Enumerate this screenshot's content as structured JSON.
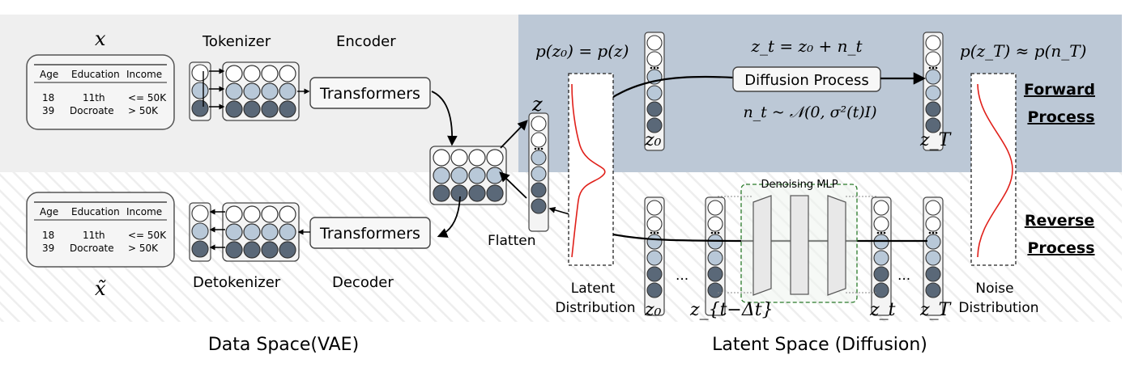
{
  "vae": {
    "input_var": "x",
    "output_var": "x̃",
    "tokenizer": "Tokenizer",
    "encoder": "Encoder",
    "detokenizer": "Detokenizer",
    "decoder": "Decoder",
    "transformers_enc": "Transformers",
    "transformers_dec": "Transformers",
    "section_label": "Data Space(VAE)",
    "table_in": {
      "headers": [
        "Age",
        "Education",
        "Income"
      ],
      "rows": [
        [
          "18",
          "11th",
          "<= 50K"
        ],
        [
          "39",
          "Docroate",
          "> 50K"
        ]
      ]
    },
    "table_out": {
      "headers": [
        "Age",
        "Education",
        "Income"
      ],
      "rows": [
        [
          "18",
          "11th",
          "<= 50K"
        ],
        [
          "39",
          "Docroate",
          "> 50K"
        ]
      ]
    }
  },
  "latent": {
    "z_label": "z",
    "flatten": "Flatten",
    "latent_dist_line1": "Latent",
    "latent_dist_line2": "Distribution",
    "noise_dist_line1": "Noise",
    "noise_dist_line2": "Distribution",
    "pz0_label": "p(z₀) = p(z)",
    "pzT_label": "p(z_T) ≈ p(n_T)",
    "zt_eq": "z_t = z₀ + n_t",
    "nt_eq": "n_t ~ 𝒩(0, σ²(t)I)",
    "diffusion_process": "Diffusion Process",
    "forward_line1": "Forward",
    "forward_line2": "Process",
    "reverse_line1": "Reverse",
    "reverse_line2": "Process",
    "denoising_mlp": "Denoising MLP",
    "z0_top": "z₀",
    "zT_top": "z_T",
    "z0_bottom": "z₀",
    "zt_dt_bottom": "z_{t−Δt}",
    "zt_bottom": "z_t",
    "zT_bottom": "z_T",
    "dots": "...",
    "section_label": "Latent Space (Diffusion)"
  },
  "colors": {
    "forward_bg": "#bcc8d6",
    "vae_top_bg": "#efefef",
    "circle_white": "#ffffff",
    "circle_light": "#b8c8d8",
    "circle_dark": "#5a6878",
    "curve_red": "#e0201a"
  }
}
